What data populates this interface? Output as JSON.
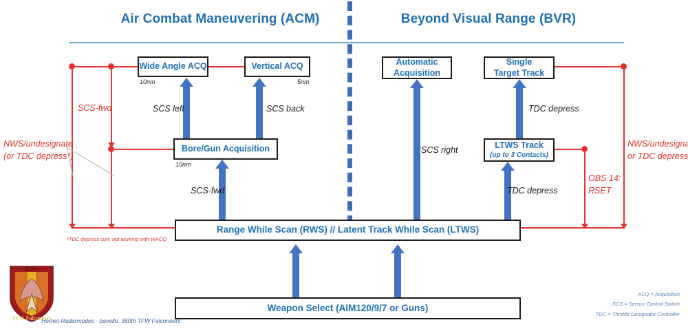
{
  "headers": {
    "left": "Air Combat Maneuvering (ACM)",
    "right": "Beyond Visual Range (BVR)"
  },
  "boxes": {
    "wide_angle_acq": {
      "title": "Wide Angle ACQ",
      "range": "10nm"
    },
    "vertical_acq": {
      "title": "Vertical ACQ",
      "range": "5nm"
    },
    "bore_gun": {
      "title": "Bore/Gun Acquisition",
      "range": "10nm"
    },
    "automatic_acq": {
      "line1": "Automatic",
      "line2": "Acquisition"
    },
    "single_target_track": {
      "line1": "Single",
      "line2": "Target Track"
    },
    "ltws_track": {
      "title": "LTWS Track",
      "sub": "(up to 3 Contacts)"
    },
    "rws_ltws": {
      "title": "Range While Scan (RWS)   //   Latent Track While Scan (LTWS)"
    },
    "weapon_select": {
      "title": "Weapon Select (AIM120/9/7 or Guns)"
    }
  },
  "transitions": {
    "scs_left": "SCS left",
    "scs_back": "SCS back",
    "scs_fwd_bore": "SCS-fwd",
    "scs_right": "SCS right",
    "tdc_depress_stt": "TDC depress",
    "tdc_depress_ltws": "TDC depress"
  },
  "red_labels": {
    "scs_fwd_left": "SCS-fwd",
    "nws_undesignate_left_line1": "NWS/undesignate",
    "nws_undesignate_left_line2": "(or TDC depress*)",
    "nws_undesignate_right_line1": "NWS/undesignate",
    "nws_undesignate_right_line2": "or TDC depress",
    "obs14_line1": "OBS 14:",
    "obs14_line2": "RSET",
    "footnote": "*TDC depress curr. not working with WACQ"
  },
  "legend": [
    "ACQ =  Acquisition",
    "SCS = Sensor Control Switch",
    "TDC = Throttle Designator Controller"
  ],
  "footer": {
    "caption": "Hornet-Radarmodes - bavello, 360th TFW Falconeers",
    "emblem_top": "360th",
    "emblem_bottom": "TFW  Falconeers"
  },
  "colors": {
    "heading_blue": "#1F6FB5",
    "arrow_blue": "#4573C4",
    "divider_blue": "#3E6DB5",
    "red": "#E2342A",
    "rule_blue": "#74A6C4",
    "legend_blue": "#5B86B8"
  }
}
